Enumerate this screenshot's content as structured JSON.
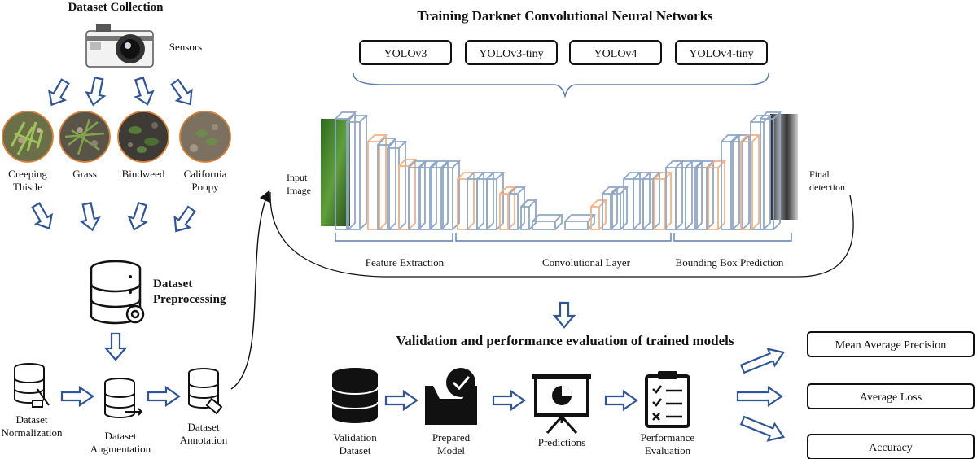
{
  "collection": {
    "title": "Dataset Collection",
    "sensors_label": "Sensors",
    "species": [
      {
        "line1": "Creeping",
        "line2": "Thistle"
      },
      {
        "line1": "Grass",
        "line2": ""
      },
      {
        "line1": "Bindweed",
        "line2": ""
      },
      {
        "line1": "California",
        "line2": "Poopy"
      }
    ]
  },
  "preprocessing": {
    "title_line1": "Dataset",
    "title_line2": "Preprocessing",
    "steps": [
      {
        "line1": "Dataset",
        "line2": "Normalization"
      },
      {
        "line1": "Dataset",
        "line2": "Augmentation"
      },
      {
        "line1": "Dataset",
        "line2": "Annotation"
      }
    ]
  },
  "training": {
    "title": "Training Darknet Convolutional Neural Networks",
    "models": [
      "YOLOv3",
      "YOLOv3-tiny",
      "YOLOv4",
      "YOLOv4-tiny"
    ],
    "input_label_line1": "Input",
    "input_label_line2": "Image",
    "output_label_line1": "Final",
    "output_label_line2": "detection",
    "sections": [
      "Feature Extraction",
      "Convolutional Layer",
      "Bounding Box Prediction"
    ]
  },
  "evaluation": {
    "title": "Validation and performance evaluation of trained models",
    "steps": [
      {
        "line1": "Validation",
        "line2": "Dataset"
      },
      {
        "line1": "Prepared",
        "line2": "Model"
      },
      {
        "line1": "Predictions",
        "line2": ""
      },
      {
        "line1": "Performance",
        "line2": "Evaluation"
      }
    ],
    "metrics": [
      "Mean Average Precision",
      "Average Loss",
      "Accuracy"
    ]
  },
  "colors": {
    "arrow_blue": "#2f5597",
    "layer_blue": "#8fa6c8",
    "layer_orange": "#f4b183",
    "brace_blue": "#5b7db1"
  }
}
